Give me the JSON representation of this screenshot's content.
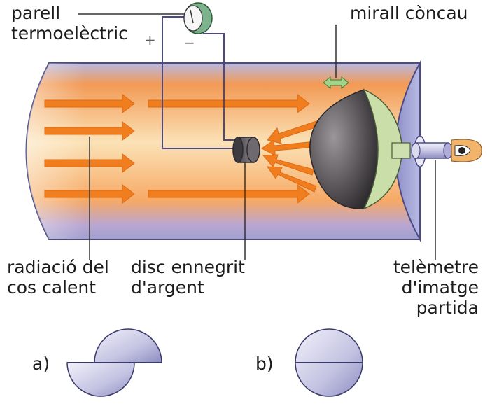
{
  "labels": {
    "thermocouple_line1": "parell",
    "thermocouple_line2": "termoelèctric",
    "plus": "+",
    "minus": "−",
    "mirror": "mirall còncau",
    "radiation_line1": "radiació del",
    "radiation_line2": "cos calent",
    "disc_line1": "disc ennegrit",
    "disc_line2": "d'argent",
    "range_line1": "telèmetre",
    "range_line2": "d'imatge",
    "range_line3": "partida",
    "case_a": "a)",
    "case_b": "b)"
  },
  "colors": {
    "tube_warm": "#f4a15c",
    "tube_light": "#fbe2b8",
    "tube_cool": "#a9a7d4",
    "arrow": "#f07e1e",
    "mirror_dark": "#575357",
    "mirror_rim": "#c7dca3",
    "outline": "#3a3a6a"
  }
}
